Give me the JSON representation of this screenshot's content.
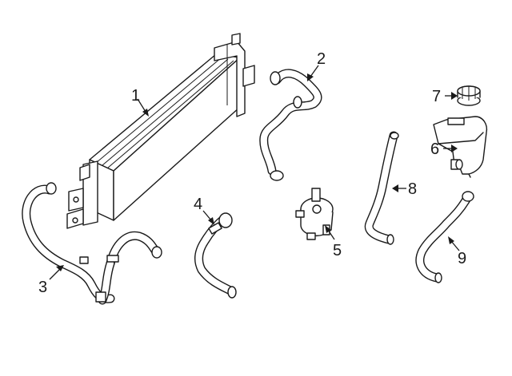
{
  "callouts": [
    {
      "id": "radiator",
      "label": "1"
    },
    {
      "id": "upper-hose",
      "label": "2"
    },
    {
      "id": "lower-hose",
      "label": "3"
    },
    {
      "id": "bypass-hose",
      "label": "4"
    },
    {
      "id": "water-pump",
      "label": "5"
    },
    {
      "id": "reservoir",
      "label": "6"
    },
    {
      "id": "reservoir-cap",
      "label": "7"
    },
    {
      "id": "overflow-hose",
      "label": "8"
    },
    {
      "id": "return-hose",
      "label": "9"
    }
  ],
  "colors": {
    "line": "#1a1a1a",
    "background": "#ffffff"
  }
}
